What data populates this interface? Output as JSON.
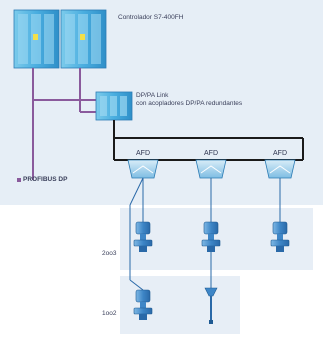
{
  "controller": {
    "label": "Controlador S7-400FH"
  },
  "link": {
    "line1": "DP/PA Link",
    "line2": "con acopladores DP/PA redundantes"
  },
  "afd": {
    "label": "AFD"
  },
  "bus": {
    "label": "PROFIBUS DP"
  },
  "groups": [
    {
      "label": "2oo3"
    },
    {
      "label": "1oo2"
    }
  ],
  "colors": {
    "profibus": "#8a5a9c",
    "pa_ring": "#1a1a1a",
    "background_panel": "#e6eef6",
    "device_blue": "#3d86c6",
    "rack_cyan": "#5fb8e0"
  }
}
